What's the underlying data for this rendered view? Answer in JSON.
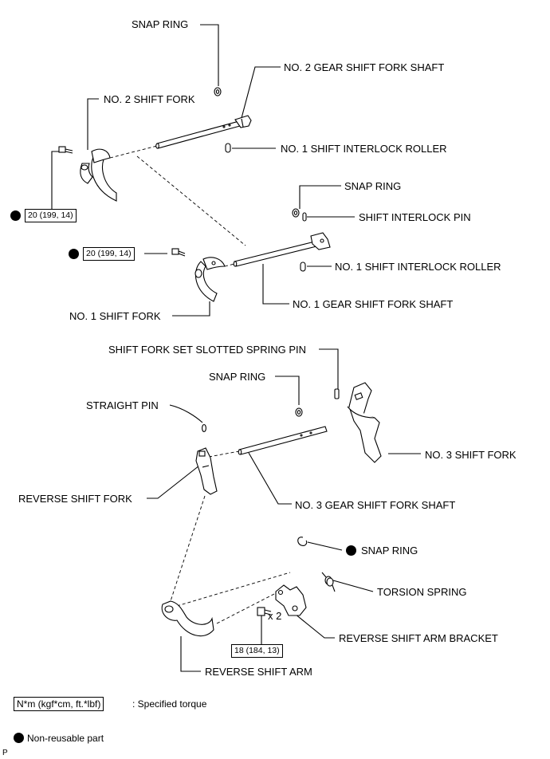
{
  "labels": {
    "snap_ring_1": "SNAP RING",
    "no2_gear_shift_fork_shaft": "NO. 2 GEAR SHIFT FORK SHAFT",
    "no2_shift_fork": "NO. 2 SHIFT FORK",
    "no1_shift_interlock_roller_1": "NO. 1 SHIFT INTERLOCK ROLLER",
    "snap_ring_2": "SNAP RING",
    "shift_interlock_pin": "SHIFT INTERLOCK PIN",
    "no1_shift_interlock_roller_2": "NO. 1 SHIFT INTERLOCK ROLLER",
    "no1_gear_shift_fork_shaft": "NO. 1 GEAR SHIFT FORK SHAFT",
    "no1_shift_fork": "NO. 1 SHIFT FORK",
    "shift_fork_set_slotted_spring_pin": "SHIFT FORK SET SLOTTED SPRING PIN",
    "snap_ring_3": "SNAP RING",
    "straight_pin": "STRAIGHT PIN",
    "no3_shift_fork": "NO. 3 SHIFT FORK",
    "reverse_shift_fork": "REVERSE SHIFT FORK",
    "no3_gear_shift_fork_shaft": "NO. 3 GEAR SHIFT FORK SHAFT",
    "snap_ring_4": "SNAP RING",
    "torsion_spring": "TORSION SPRING",
    "reverse_shift_arm_bracket": "REVERSE SHIFT ARM BRACKET",
    "reverse_shift_arm": "REVERSE SHIFT ARM",
    "qty_x2": "x 2"
  },
  "torque": {
    "no2_fork_bolt": "20 (199, 14)",
    "no1_fork_bolt": "20 (199, 14)",
    "bracket_bolt": "18 (184, 13)"
  },
  "legend": {
    "torque_unit": "N*m (kgf*cm, ft.*lbf)",
    "torque_desc": ": Specified torque",
    "non_reusable": "Non-reusable part"
  },
  "corner_mark": "P"
}
